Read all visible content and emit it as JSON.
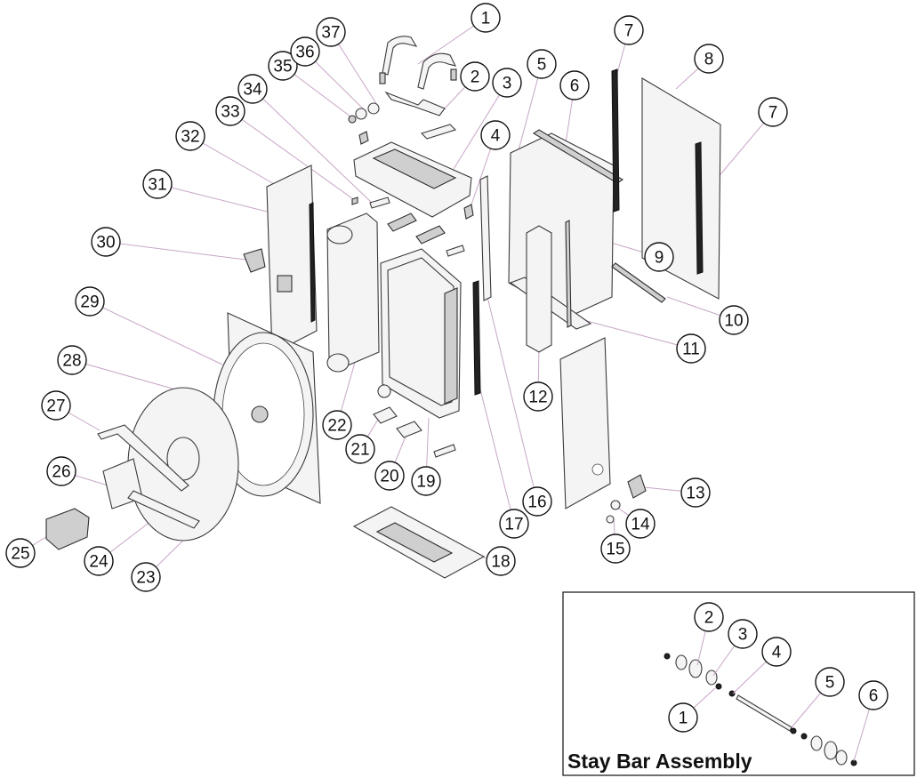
{
  "main_callouts": [
    "1",
    "2",
    "3",
    "4",
    "5",
    "6",
    "7",
    "8",
    "7",
    "9",
    "10",
    "11",
    "12",
    "13",
    "14",
    "15",
    "16",
    "17",
    "18",
    "19",
    "20",
    "21",
    "22",
    "23",
    "24",
    "25",
    "26",
    "27",
    "28",
    "29",
    "30",
    "31",
    "32",
    "33",
    "34",
    "35",
    "36",
    "37"
  ],
  "inset": {
    "title": "Stay Bar Assembly",
    "callouts": [
      "1",
      "2",
      "3",
      "4",
      "5",
      "6"
    ]
  }
}
